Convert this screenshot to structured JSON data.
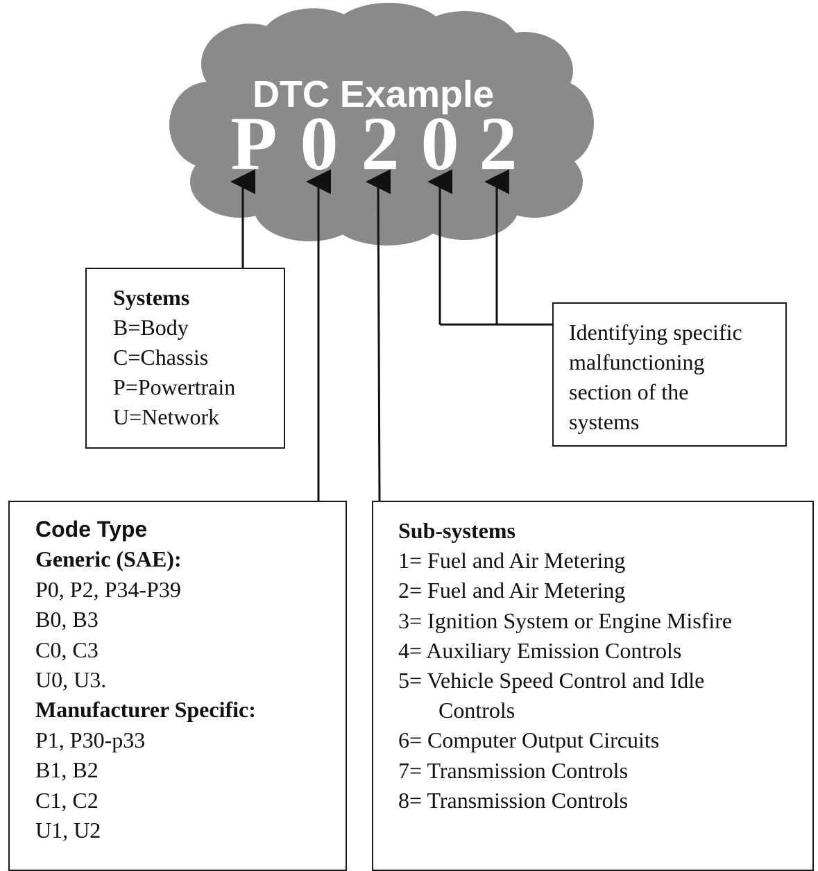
{
  "cloud": {
    "title": "DTC Example",
    "code_characters": [
      "P",
      "0",
      "2",
      "0",
      "2"
    ]
  },
  "systems": {
    "heading": "Systems",
    "items": [
      "B=Body",
      "C=Chassis",
      "P=Powertrain",
      "U=Network"
    ]
  },
  "specific": {
    "lines": [
      "Identifying specific",
      "malfunctioning",
      "section of the",
      "systems"
    ]
  },
  "code_type": {
    "heading": "Code Type",
    "generic_heading": "Generic (SAE):",
    "generic_items": [
      "P0, P2, P34-P39",
      "B0, B3",
      "C0, C3",
      "U0, U3."
    ],
    "manufacturer_heading": "Manufacturer Specific:",
    "manufacturer_items": [
      "P1, P30-p33",
      "B1, B2",
      "C1, C2",
      "U1, U2"
    ]
  },
  "subsystems": {
    "heading": "Sub-systems",
    "items": [
      "1= Fuel and Air Metering",
      "2= Fuel and Air Metering",
      "3= Ignition System or Engine Misfire",
      "4= Auxiliary Emission Controls",
      "5= Vehicle Speed Control and Idle",
      "Controls",
      "6= Computer Output Circuits",
      "7= Transmission Controls",
      "8= Transmission Controls"
    ]
  },
  "colors": {
    "cloud_fill": "#8a8a8a",
    "line_color": "#111111",
    "text_color": "#111111"
  }
}
